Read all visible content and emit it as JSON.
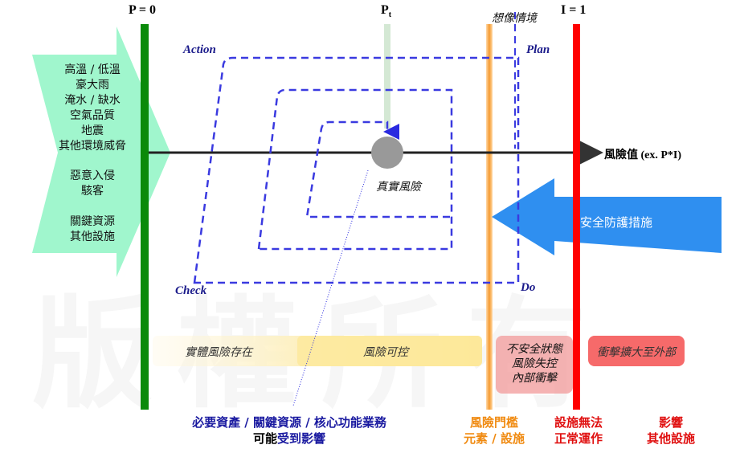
{
  "watermark": "版權所有",
  "axis_labels": {
    "p0": "P = 0",
    "pt": "P",
    "pt_sub": "t",
    "i1": "I = 1",
    "risk_value": "風險值 (ex. P*I)"
  },
  "imagined": "想像情境",
  "pdca": {
    "action": "Action",
    "plan": "Plan",
    "check": "Check",
    "do": "Do"
  },
  "real_risk": "真實風險",
  "threats": {
    "env": [
      "高溫 / 低溫",
      "豪大雨",
      "淹水 / 缺水",
      "空氣品質",
      "地震",
      "其他環境威脅"
    ],
    "human": [
      "惡意入侵",
      "駭客"
    ],
    "infra": [
      "關鍵資源",
      "其他設施"
    ]
  },
  "protection": "安全防護措施",
  "bands": {
    "physical": "實體風險存在",
    "controllable": "風險可控",
    "unsafe": [
      "不安全狀態",
      "風險失控",
      "內部衝擊"
    ],
    "external": "衝擊擴大至外部"
  },
  "bottom": {
    "assets": "必要資產 / 關鍵資源 / 核心功能業務",
    "assets2_a": "可能",
    "assets2_b": "受到影響",
    "threshold": [
      "風險門檻",
      "元素 / 設施"
    ],
    "failure": [
      "設施無法",
      "正常運作"
    ],
    "affect": [
      "影響",
      "其他設施"
    ]
  },
  "colors": {
    "green": "#0a8a0a",
    "orange": "#f5a040",
    "red": "#ff0000",
    "blue": "#2f8ff0",
    "dash": "#3a3ae0"
  }
}
